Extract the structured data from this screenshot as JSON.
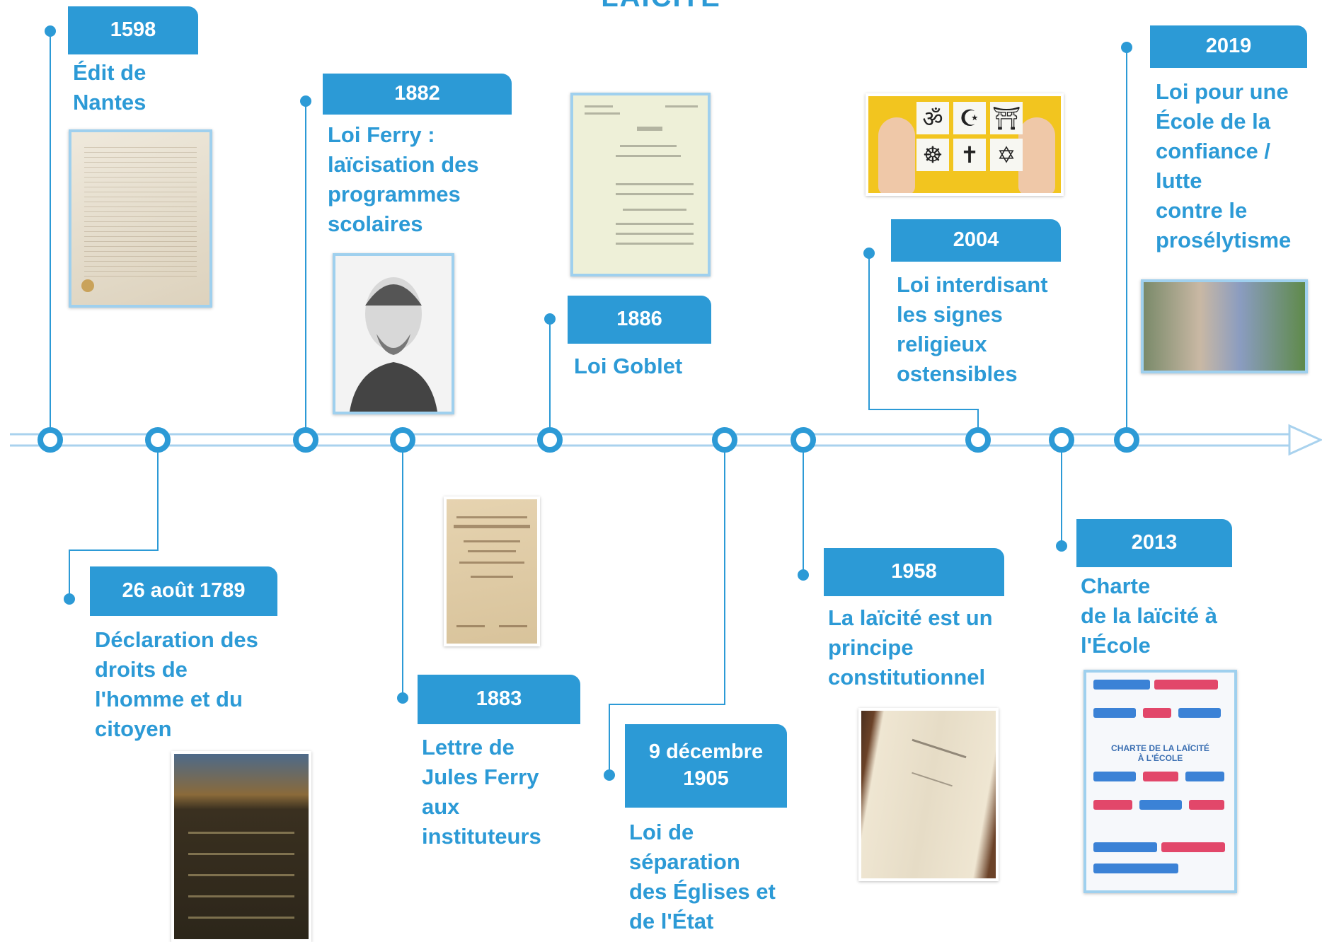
{
  "title": "LAÏCITÉ",
  "colors": {
    "accent": "#2c9ad6",
    "axis": "#a9d2ee",
    "text": "#2c9ad6"
  },
  "events": [
    {
      "id": "1598",
      "date": "1598",
      "lines": [
        "Édit de",
        "Nantes"
      ],
      "image": "parchment-edict"
    },
    {
      "id": "1789",
      "date": "26 août 1789",
      "lines": [
        "Déclaration des",
        "droits de",
        "l'homme et du",
        "citoyen"
      ],
      "image": "declaration-poster"
    },
    {
      "id": "1882",
      "date": "1882",
      "lines": [
        "Loi Ferry :",
        "laïcisation des",
        "programmes",
        "scolaires"
      ],
      "image": "jules-ferry-portrait"
    },
    {
      "id": "1883",
      "date": "1883",
      "lines": [
        "Lettre de",
        "Jules Ferry",
        "aux",
        "instituteurs"
      ],
      "image": "book-cover"
    },
    {
      "id": "1886",
      "date": "1886",
      "lines": [
        "Loi Goblet"
      ],
      "image": "law-document"
    },
    {
      "id": "1905",
      "date_lines": [
        "9 décembre",
        "1905"
      ],
      "lines": [
        "Loi de",
        "séparation",
        "des Églises et",
        "de l'État"
      ]
    },
    {
      "id": "1958",
      "date": "1958",
      "lines": [
        "La laïcité est un",
        "principe",
        "constitutionnel"
      ],
      "image": "constitution-book"
    },
    {
      "id": "2004",
      "date": "2004",
      "lines": [
        "Loi interdisant",
        "les signes",
        "religieux",
        "ostensibles"
      ],
      "image": "religious-symbols"
    },
    {
      "id": "2013",
      "date": "2013",
      "lines": [
        "Charte",
        "de la laïcité à",
        "l'École"
      ],
      "image": "charter-poster"
    },
    {
      "id": "2019",
      "date": "2019",
      "lines": [
        "Loi pour une",
        "École de la",
        "confiance /",
        "lutte",
        "contre le",
        "prosélytisme"
      ],
      "image": "school-photo"
    }
  ],
  "symbols": [
    "ॐ",
    "☪",
    "⛩",
    "☸",
    "✝",
    "✡"
  ],
  "charter_poster": {
    "title_lines": [
      "CHARTE DE LA LAÏCITÉ",
      "À L'ÉCOLE"
    ]
  }
}
